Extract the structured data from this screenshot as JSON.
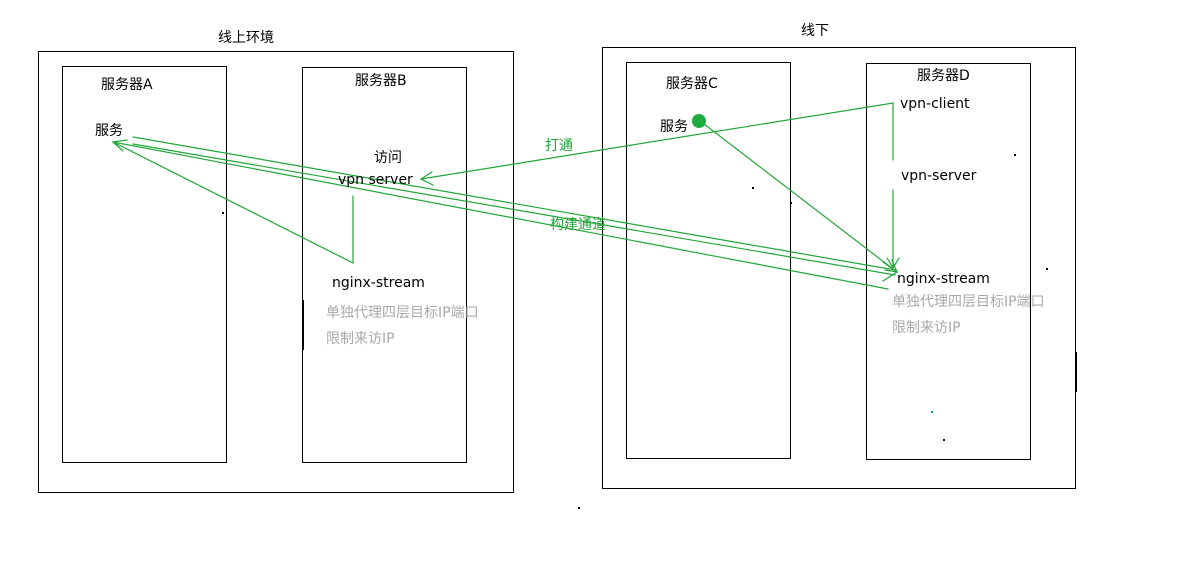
{
  "online_env": {
    "title": "线上环境",
    "server_a": {
      "title": "服务器A",
      "service": "服务"
    },
    "server_b": {
      "title": "服务器B",
      "access": "访问",
      "vpn_server": "vpn server",
      "nginx_stream": "nginx-stream",
      "note_line1": "单独代理四层目标IP端口",
      "note_line2": "限制来访IP"
    }
  },
  "offline_env": {
    "title": "线下",
    "server_c": {
      "title": "服务器C",
      "service": "服务"
    },
    "server_d": {
      "title": "服务器D",
      "vpn_client": "vpn-client",
      "vpn_server": "vpn-server",
      "nginx_stream": "nginx-stream",
      "note_line1": "单独代理四层目标IP端口",
      "note_line2": "限制来访IP"
    }
  },
  "edges": {
    "open_label": "打通",
    "channel_label": "构建通道"
  },
  "colors": {
    "arrow": "#22a63a",
    "border": "#000000",
    "note": "#a9a9a9",
    "dot": "#1faa3f"
  }
}
